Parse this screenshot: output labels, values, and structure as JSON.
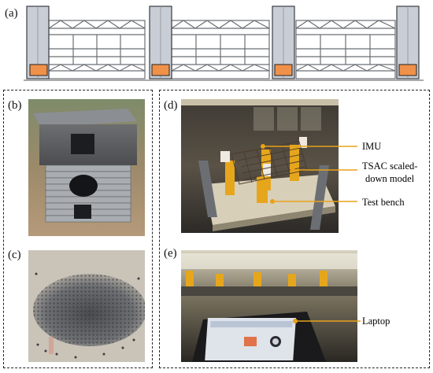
{
  "labels": {
    "a": "(a)",
    "b": "(b)",
    "c": "(c)",
    "d": "(d)",
    "e": "(e)"
  },
  "callouts": {
    "imu": "IMU",
    "tsac_line1": "TSAC scaled-",
    "tsac_line2": "down model",
    "test_bench": "Test bench",
    "laptop": "Laptop"
  },
  "colors": {
    "column_fill": "#c9ced6",
    "column_stroke": "#3a3d42",
    "truss": "#6b6f75",
    "isolator": "#f0914a",
    "callout_line": "#e8a21a",
    "callout_dot": "#e8a21a"
  }
}
